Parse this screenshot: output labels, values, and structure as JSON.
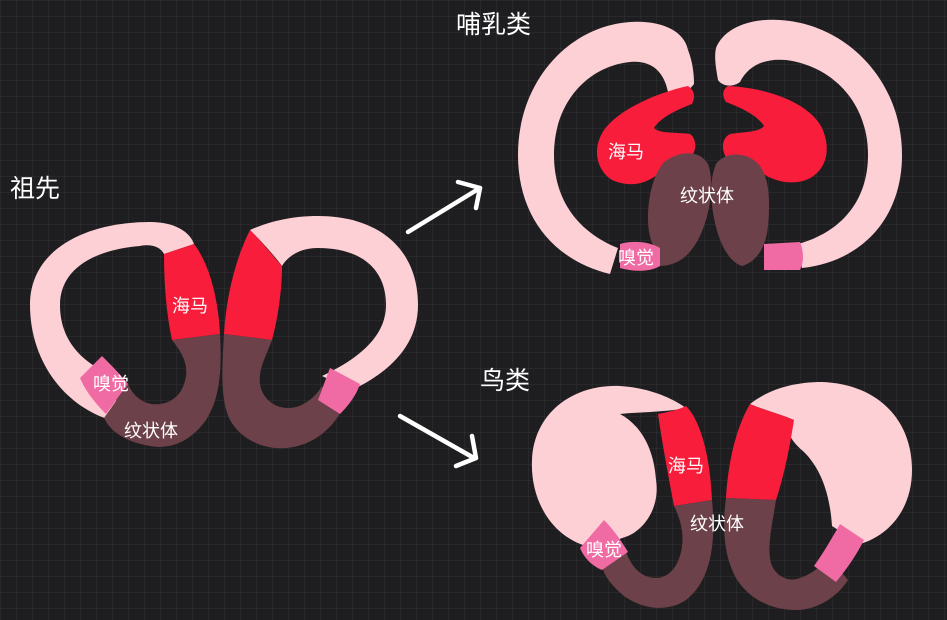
{
  "titles": {
    "ancestor": "祖先",
    "mammal": "哺乳类",
    "bird": "鸟类"
  },
  "labels": {
    "hippocampus": "海马",
    "striatum": "纹状体",
    "olfactory": "嗅觉"
  },
  "colors": {
    "background": "#1e1e20",
    "cortex": "#fdd0d6",
    "hippocampus": "#f91d3c",
    "striatum": "#6d4149",
    "olfactory": "#f06aa3",
    "arrow": "#ffffff"
  }
}
